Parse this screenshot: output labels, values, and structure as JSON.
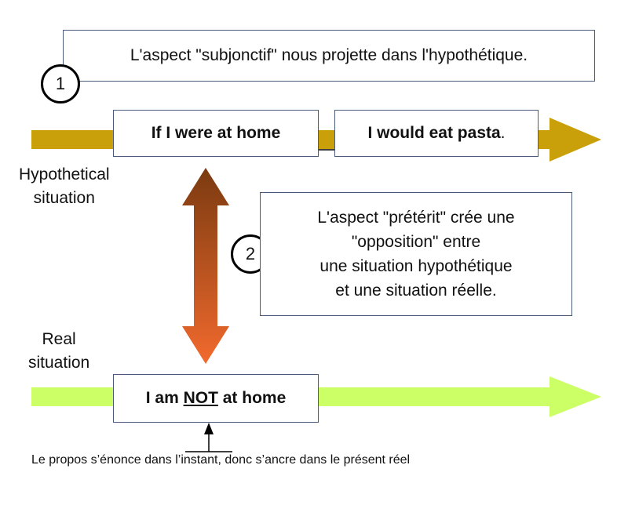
{
  "box1": {
    "text": "L'aspect \"subjonctif\" nous projette dans l'hypothétique."
  },
  "circle1": {
    "text": "1"
  },
  "hypothetical": {
    "if_clause": "If I were at home",
    "main_clause": "I would eat pasta",
    "period": ".",
    "label_line1": "Hypothetical",
    "label_line2": "situation"
  },
  "circle2": {
    "text": "2"
  },
  "box2": {
    "line1": "L'aspect \"prétérit\" crée une",
    "line2": "\"opposition\" entre",
    "line3": "une situation hypothétique",
    "line4": "et une situation réelle."
  },
  "real": {
    "label_line1": "Real",
    "label_line2": "situation",
    "before": "I am ",
    "not": "NOT",
    "after": " at home"
  },
  "footer": {
    "text": "Le propos s’énonce dans l’instant, donc s’ancre dans le présent réel"
  },
  "colors": {
    "hyp_arrow": "#c9a00a",
    "real_arrow": "#ccff66",
    "vertical_top": "#7a3a10",
    "vertical_bottom": "#f26a2e"
  }
}
